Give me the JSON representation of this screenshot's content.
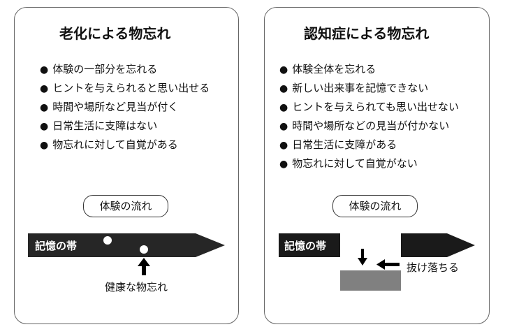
{
  "left": {
    "title": "老化による物忘れ",
    "bullets": [
      "体験の一部分を忘れる",
      "ヒントを与えられると思い出せる",
      "時間や場所など見当が付く",
      "日常生活に支障はない",
      "物忘れに対して自覚がある"
    ],
    "flow_label": "体験の流れ",
    "band_label": "記憶の帯",
    "arrow_label": "健康な物忘れ"
  },
  "right": {
    "title": "認知症による物忘れ",
    "bullets": [
      "体験全体を忘れる",
      "新しい出来事を記憶できない",
      "ヒントを与えられても思い出せない",
      "時間や場所などの見当が付かない",
      "日常生活に支障がある",
      "物忘れに対して自覚がない"
    ],
    "flow_label": "体験の流れ",
    "band_label": "記憶の帯",
    "arrow_label": "抜け落ちる"
  },
  "colors": {
    "band": "#262626",
    "gap": "#808080"
  }
}
